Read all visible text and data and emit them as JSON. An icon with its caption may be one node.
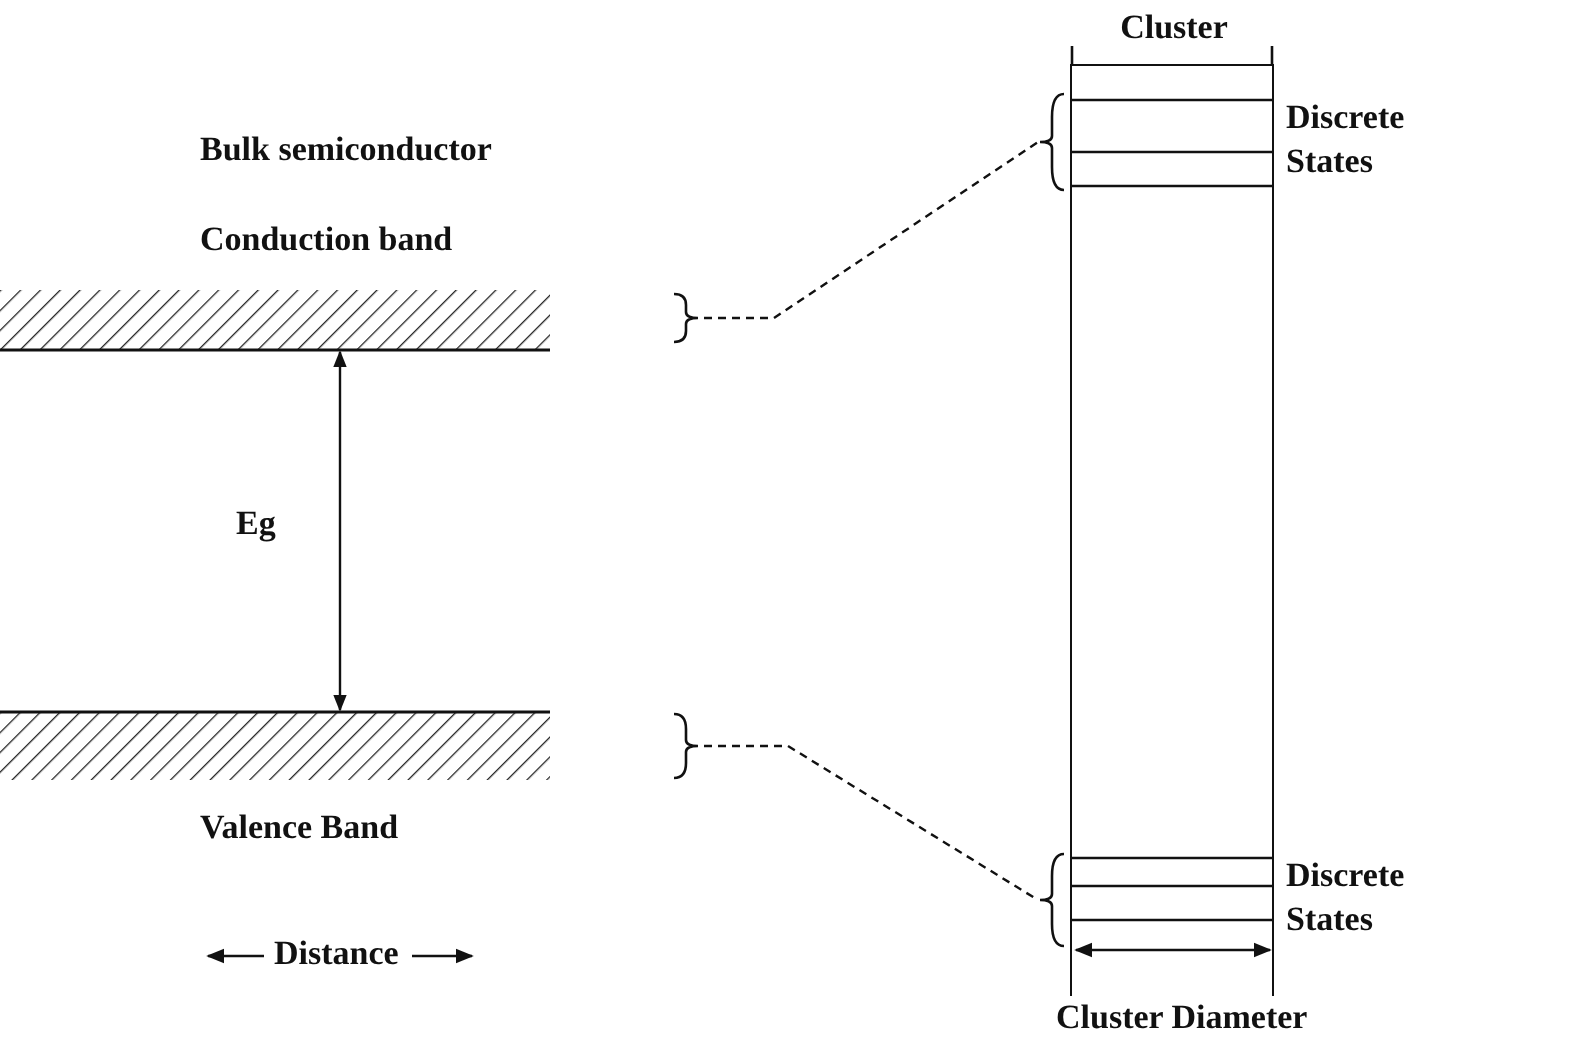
{
  "diagram": {
    "nodes": [
      {
        "text": [
          "Cluster"
        ]
      },
      {
        "text": [
          "Discrete States"
        ]
      },
      {
        "text": [
          "Discrete States"
        ]
      },
      {
        "text": [
          "Conduction band"
        ]
      },
      {
        "text": [
          "Valence Band"
        ]
      }
    ],
    "edges": [
      {
        "from": 3,
        "to": 1,
        "arrow": "none",
        "style": "dashed"
      },
      {
        "from": 4,
        "to": 2,
        "arrow": "none",
        "style": "dashed"
      },
      {
        "from": 3,
        "to": 4,
        "arrow": "both",
        "label": "Eg"
      }
    ],
    "labels": [
      "Bulk semiconductor",
      "Distance",
      "Cluster Diameter"
    ]
  }
}
